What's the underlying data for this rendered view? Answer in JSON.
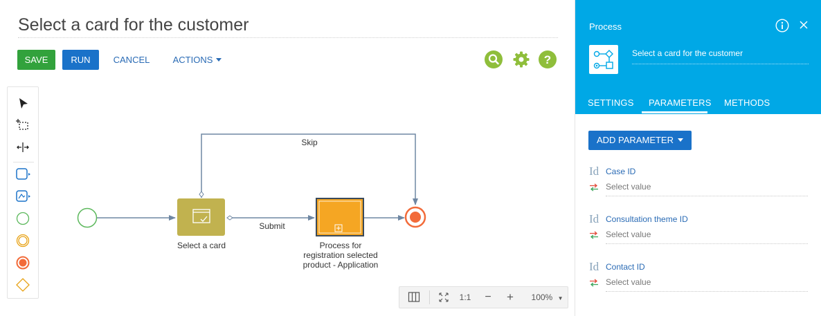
{
  "header": {
    "title": "Select a card for the customer"
  },
  "toolbar": {
    "save_label": "SAVE",
    "run_label": "RUN",
    "cancel_label": "CANCEL",
    "actions_label": "ACTIONS",
    "icons": [
      "search-icon",
      "gear-icon",
      "help-icon"
    ],
    "accent_color": "#8fbe3b"
  },
  "toolbox": {
    "tools": [
      "pointer-icon",
      "lasso-select-icon",
      "space-tool-icon",
      "task-icon",
      "subprocess-icon",
      "start-event-icon",
      "intermediate-event-icon",
      "end-event-icon",
      "gateway-icon"
    ]
  },
  "diagram": {
    "task_label": "Select a card",
    "subprocess_label_line1": "Process for",
    "subprocess_label_line2": "registration selected",
    "subprocess_label_line3": "product - Application",
    "flow_skip_label": "Skip",
    "flow_submit_label": "Submit",
    "task_color": "#c1b24f",
    "subprocess_color": "#f5a623",
    "end_event_color": "#f26b3a",
    "start_event_color": "#5cb85c"
  },
  "zoom": {
    "one_to_one": "1:1",
    "minus": "−",
    "plus": "+",
    "level": "100%"
  },
  "panel": {
    "title": "Process",
    "process_name": "Select a card for the customer",
    "tabs": [
      {
        "label": "SETTINGS",
        "active": false
      },
      {
        "label": "PARAMETERS",
        "active": true
      },
      {
        "label": "METHODS",
        "active": false
      }
    ],
    "add_parameter_label": "ADD PARAMETER",
    "params": [
      {
        "id_icon": "Id",
        "name": "Case ID",
        "value_placeholder": "Select value"
      },
      {
        "id_icon": "Id",
        "name": "Consultation theme ID",
        "value_placeholder": "Select value"
      },
      {
        "id_icon": "Id",
        "name": "Contact ID",
        "value_placeholder": "Select value"
      }
    ],
    "header_color": "#00a8e6"
  }
}
